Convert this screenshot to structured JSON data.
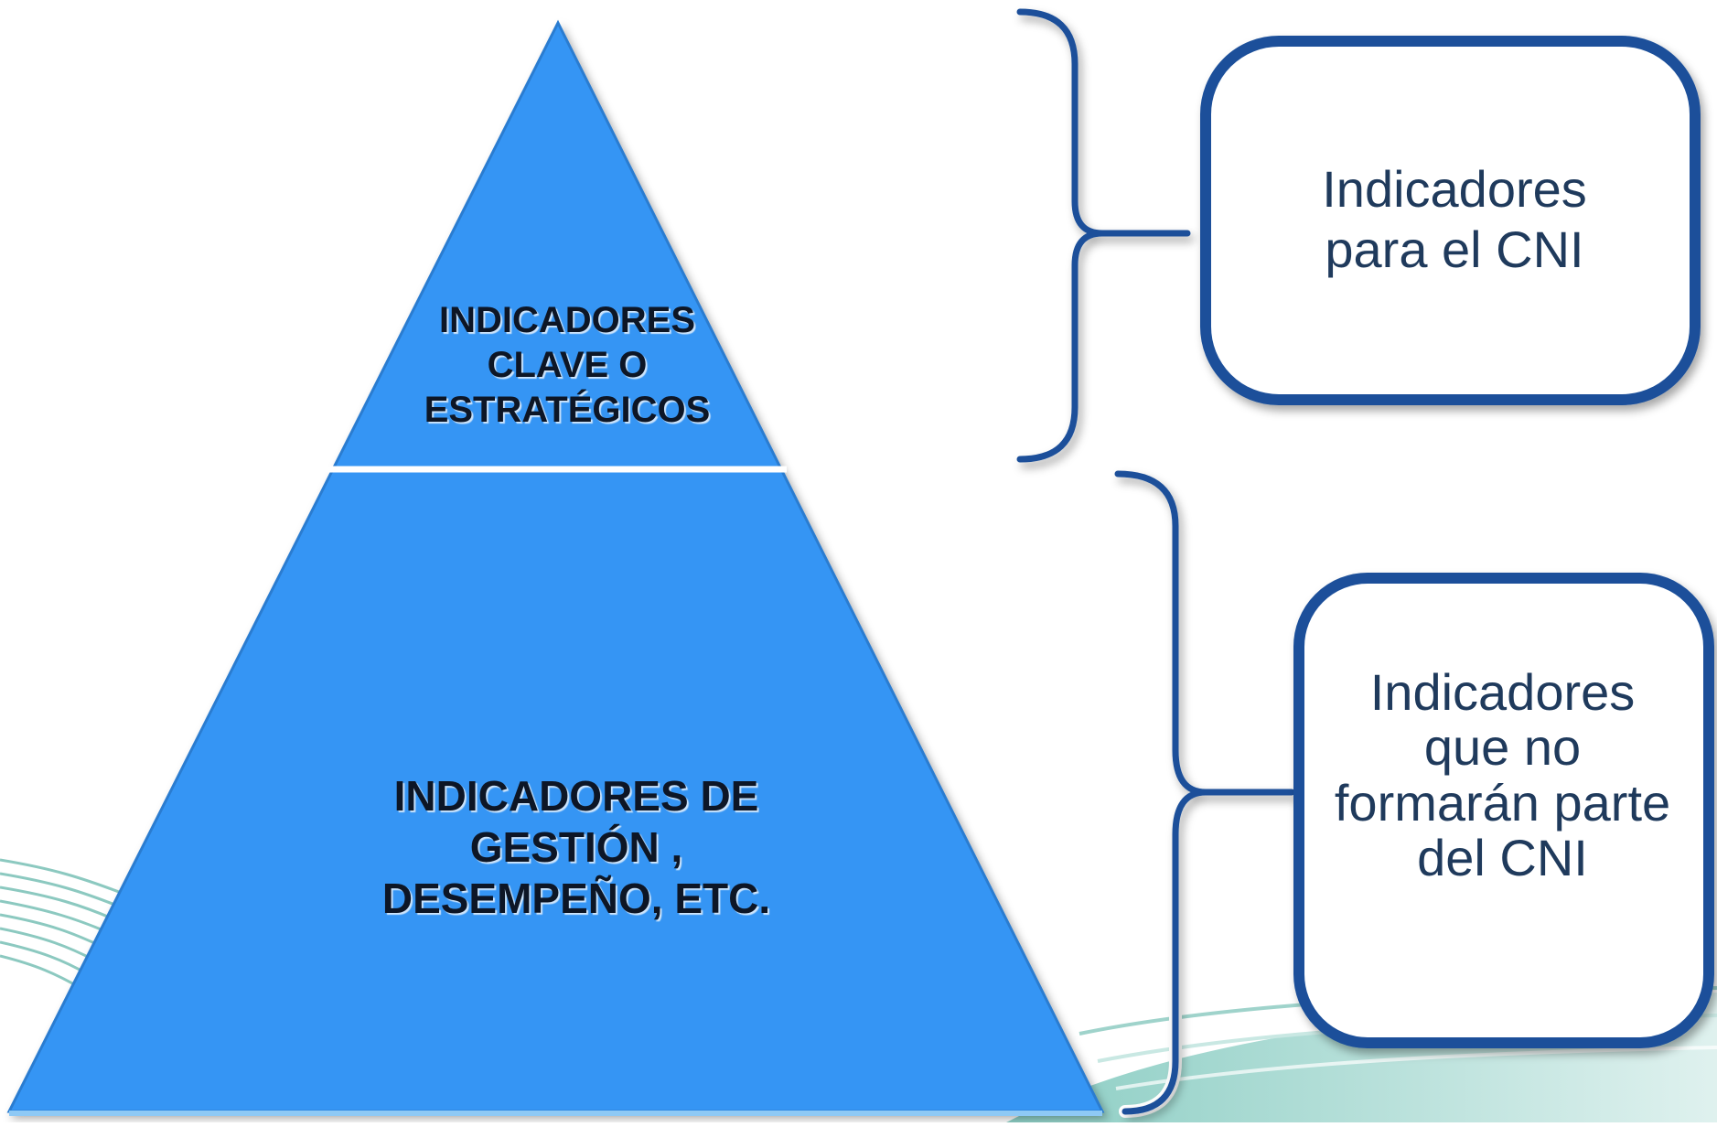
{
  "pyramid": {
    "top_tier_label": "INDICADORES\nCLAVE O\nESTRATÉGICOS",
    "bottom_tier_label": "INDICADORES DE\nGESTIÓN ,\nDESEMPEÑO, ETC."
  },
  "boxes": [
    {
      "text": "Indicadores\npara el CNI"
    },
    {
      "text": "Indicadores\nque no\nformarán parte\ndel CNI"
    }
  ],
  "colors": {
    "pyramid_fill": "#3595f4",
    "pyramid_stroke": "#2a7bd0",
    "bracket": "#1a4f9a",
    "box_border": "#1a4f9a",
    "box_text": "#1f3a5c",
    "wave": "#6fbfb3"
  }
}
